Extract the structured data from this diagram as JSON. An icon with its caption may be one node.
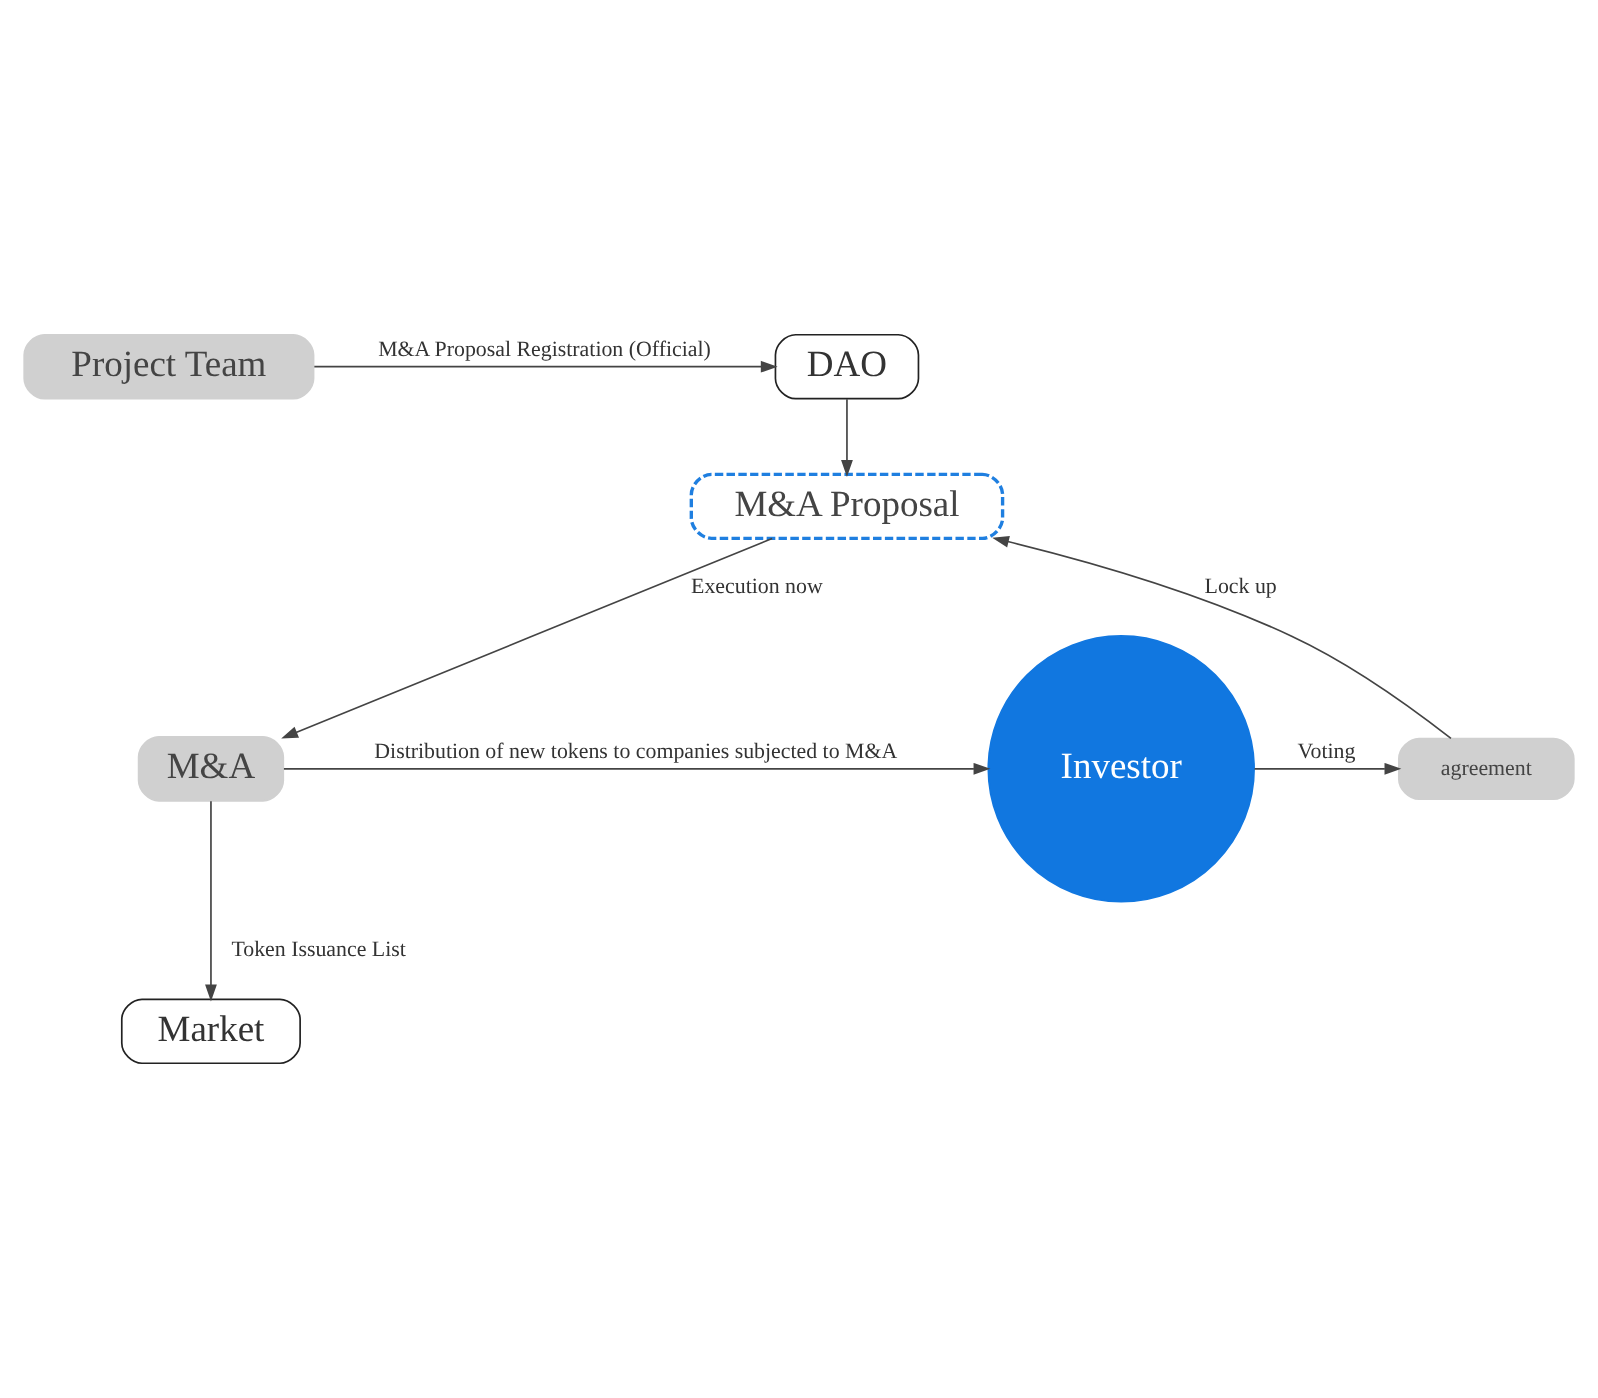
{
  "diagram": {
    "nodes": [
      {
        "text": [
          "Project Team"
        ]
      },
      {
        "text": [
          "DAO"
        ]
      },
      {
        "text": [
          "M&A Proposal"
        ]
      },
      {
        "text": [
          "Investor"
        ]
      },
      {
        "text": [
          "agreement"
        ]
      },
      {
        "text": [
          "M&A"
        ]
      },
      {
        "text": [
          "Market"
        ]
      }
    ],
    "edges": [
      {
        "from": 0,
        "to": 1,
        "arrow": "to",
        "label": "M&A Proposal Registration (Official)"
      },
      {
        "from": 1,
        "to": 2,
        "arrow": "to"
      },
      {
        "from": 4,
        "to": 2,
        "arrow": "to",
        "label": "Lock up"
      },
      {
        "from": 2,
        "to": 5,
        "arrow": "to",
        "label": "Execution now"
      },
      {
        "from": 3,
        "to": 4,
        "arrow": "to",
        "label": "Voting"
      },
      {
        "from": 5,
        "to": 3,
        "arrow": "to",
        "label": "Distribution of new tokens to companies subjected to M&A"
      },
      {
        "from": 5,
        "to": 6,
        "arrow": "to",
        "label": "Token Issuance List"
      }
    ]
  }
}
